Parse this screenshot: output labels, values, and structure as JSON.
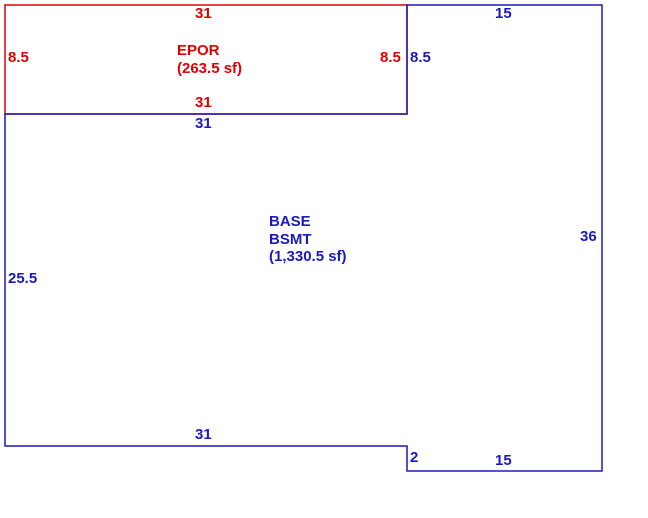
{
  "colors": {
    "porch": "#e00000",
    "base": "#1a1ac0"
  },
  "areas": {
    "epor": {
      "code": "EPOR",
      "area": "(263.5 sf)"
    },
    "base": {
      "code": "BASE",
      "sub": "BSMT",
      "area": "(1,330.5 sf)"
    }
  },
  "dimensions": {
    "epor_top": "31",
    "epor_bottom": "31",
    "epor_left": "8.5",
    "epor_right": "8.5",
    "base_top_left": "31",
    "base_top_right": "15",
    "base_right_upper": "8.5",
    "base_right": "36",
    "base_left": "25.5",
    "base_bottom_left": "31",
    "base_step": "2",
    "base_bottom_right": "15"
  }
}
